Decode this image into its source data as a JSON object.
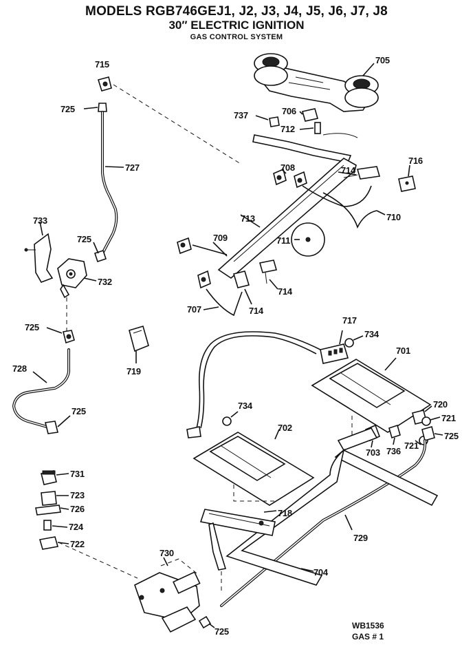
{
  "header": {
    "title": "MODELS RGB746GEJ1, J2, J3, J4, J5, J6, J7, J8",
    "subtitle": "30″ ELECTRIC IGNITION",
    "section": "GAS CONTROL SYSTEM"
  },
  "footer": {
    "code1": "WB1536",
    "code2": "GAS # 1"
  },
  "labels": {
    "p715": "715",
    "p725a": "725",
    "p727": "727",
    "p733": "733",
    "p725b": "725",
    "p732": "732",
    "p725c": "725",
    "p728": "728",
    "p725d": "725",
    "p719": "719",
    "p731": "731",
    "p723": "723",
    "p726": "726",
    "p724": "724",
    "p722": "722",
    "p730": "730",
    "p725e": "725",
    "p705": "705",
    "p737": "737",
    "p706": "706",
    "p712": "712",
    "p708": "708",
    "p714a": "714",
    "p716": "716",
    "p713": "713",
    "p710": "710",
    "p711": "711",
    "p709": "709",
    "p714b": "714",
    "p707": "707",
    "p714c": "714",
    "p717": "717",
    "p734a": "734",
    "p701": "701",
    "p734b": "734",
    "p702": "702",
    "p720": "720",
    "p721a": "721",
    "p721b": "721",
    "p725f": "725",
    "p703": "703",
    "p736": "736",
    "p718": "718",
    "p729": "729",
    "p704": "704"
  }
}
